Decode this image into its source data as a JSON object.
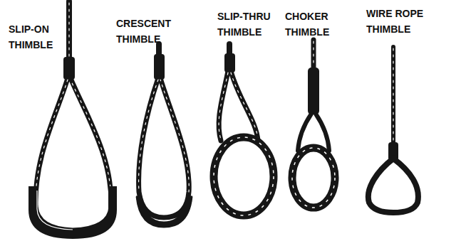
{
  "diagram": {
    "labels": [
      "SLIP-ON THIMBLE",
      "CRESCENT THIMBLE",
      "SLIP-THRU THIMBLE",
      "CHOKER THIMBLE",
      "WIRE ROPE THIMBLE"
    ]
  }
}
